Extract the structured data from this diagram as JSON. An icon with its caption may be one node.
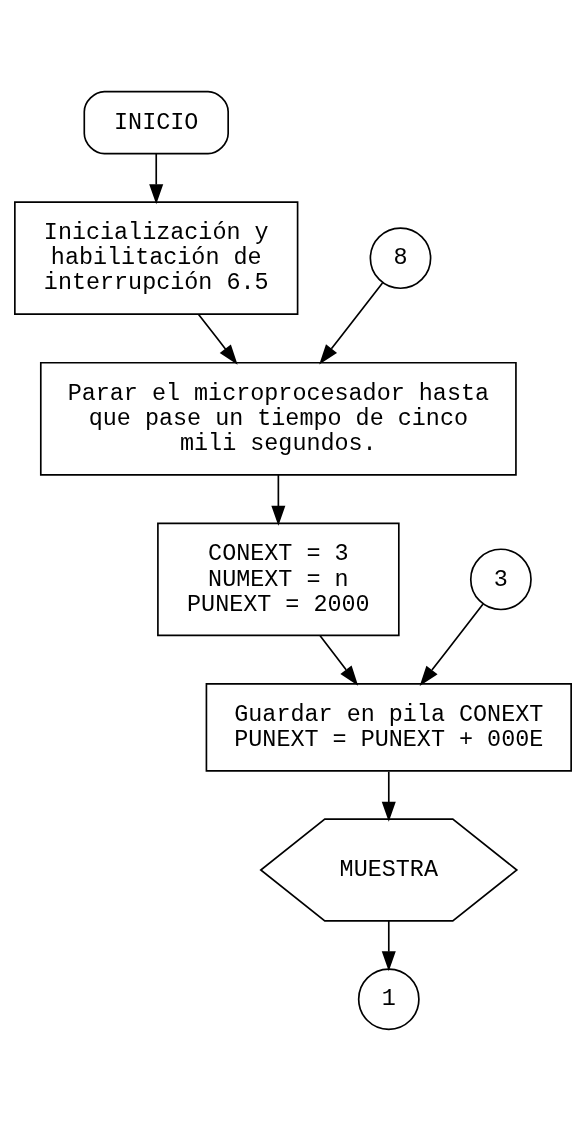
{
  "diagram": {
    "nodes": [
      {
        "text": [
          "INICIO"
        ]
      },
      {
        "text": [
          "Inicialización y habilitación de interrupción 6.5"
        ]
      },
      {
        "text": [
          "8"
        ]
      },
      {
        "text": [
          "Parar el microprocesador hasta que pase un tiempo de cinco mili segundos."
        ]
      },
      {
        "text": [
          "CONEXT = 3",
          "NUMEXT = n",
          "PUNEXT = 2000"
        ]
      },
      {
        "text": [
          "3"
        ]
      },
      {
        "text": [
          "Guardar en pila CONEXT",
          "PUNEXT = PUNEXT + 000E"
        ]
      },
      {
        "text": [
          "MUESTRA"
        ]
      },
      {
        "text": [
          "1"
        ]
      }
    ],
    "edges": [
      {
        "from": 0,
        "to": 1,
        "arrow": "to"
      },
      {
        "from": 1,
        "to": 3,
        "arrow": "to"
      },
      {
        "from": 2,
        "to": 3,
        "arrow": "to"
      },
      {
        "from": 3,
        "to": 4,
        "arrow": "to"
      },
      {
        "from": 4,
        "to": 6,
        "arrow": "to"
      },
      {
        "from": 5,
        "to": 6,
        "arrow": "to"
      },
      {
        "from": 6,
        "to": 7,
        "arrow": "to"
      },
      {
        "from": 7,
        "to": 8,
        "arrow": "to"
      }
    ]
  }
}
